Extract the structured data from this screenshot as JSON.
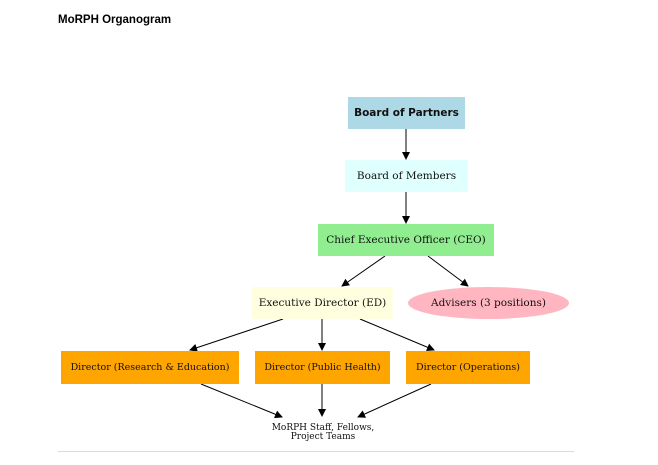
{
  "document": {
    "title": "MoRPH Organogram"
  },
  "nodes": {
    "board_of_partners": "Board of Partners",
    "board_of_members": "Board of Members",
    "ceo": "Chief Executive Officer (CEO)",
    "executive_director": "Executive Director (ED)",
    "advisers": "Advisers (3 positions)",
    "director_research_education": "Director (Research & Education)",
    "director_public_health": "Director (Public Health)",
    "director_operations": "Director (Operations)",
    "staff_line1": "MoRPH Staff, Fellows,",
    "staff_line2": "Project Teams"
  },
  "colors": {
    "board_of_partners": "#add8e6",
    "board_of_members": "#e0ffff",
    "ceo": "#90ee90",
    "executive_director": "#ffffe0",
    "advisers": "#ffb6c1",
    "directors": "#ffa500"
  }
}
